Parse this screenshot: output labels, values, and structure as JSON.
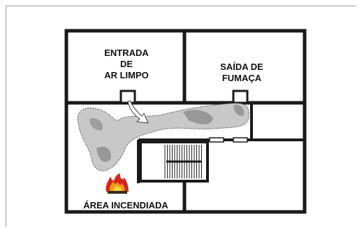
{
  "labels": {
    "entrada": [
      "ENTRADA",
      "DE",
      "AR LIMPO"
    ],
    "saida": [
      "SAÍDA DE",
      "FUMAÇA"
    ],
    "area": "ÁREA INCENDIADA"
  },
  "colors": {
    "wall": "#1a1a1a",
    "smoke": "#c8c8c8",
    "smoke_dark": "#8c8c8c",
    "fire_red": "#d9261c",
    "fire_orange": "#f29a1f",
    "fire_yellow": "#ffd23a"
  },
  "icons": {
    "fire": "fire-icon",
    "arrow": "airflow-arrow-icon"
  }
}
